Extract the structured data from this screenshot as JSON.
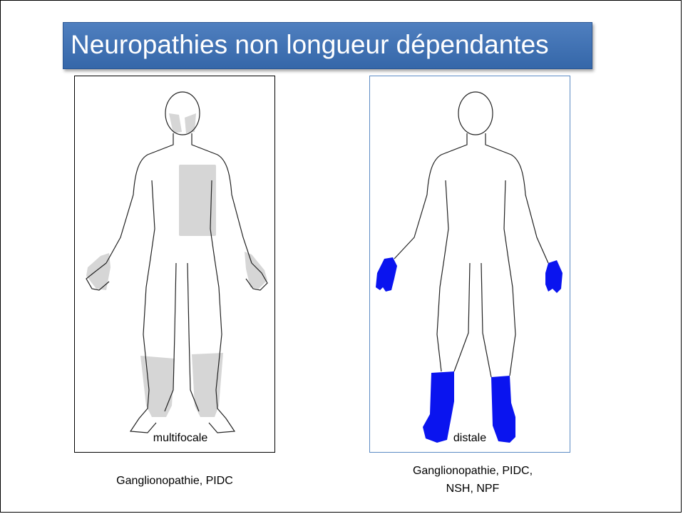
{
  "title": "Neuropathies non longueur dépendantes",
  "figures": [
    {
      "label": "multifocale",
      "caption": "Ganglionopathie, PIDC",
      "shade_color": "#d6d6d6"
    },
    {
      "label": "distale",
      "caption_line1": "Ganglionopathie, PIDC,",
      "caption_line2": "NSH, NPF",
      "shade_color": "#0a14ef"
    }
  ]
}
